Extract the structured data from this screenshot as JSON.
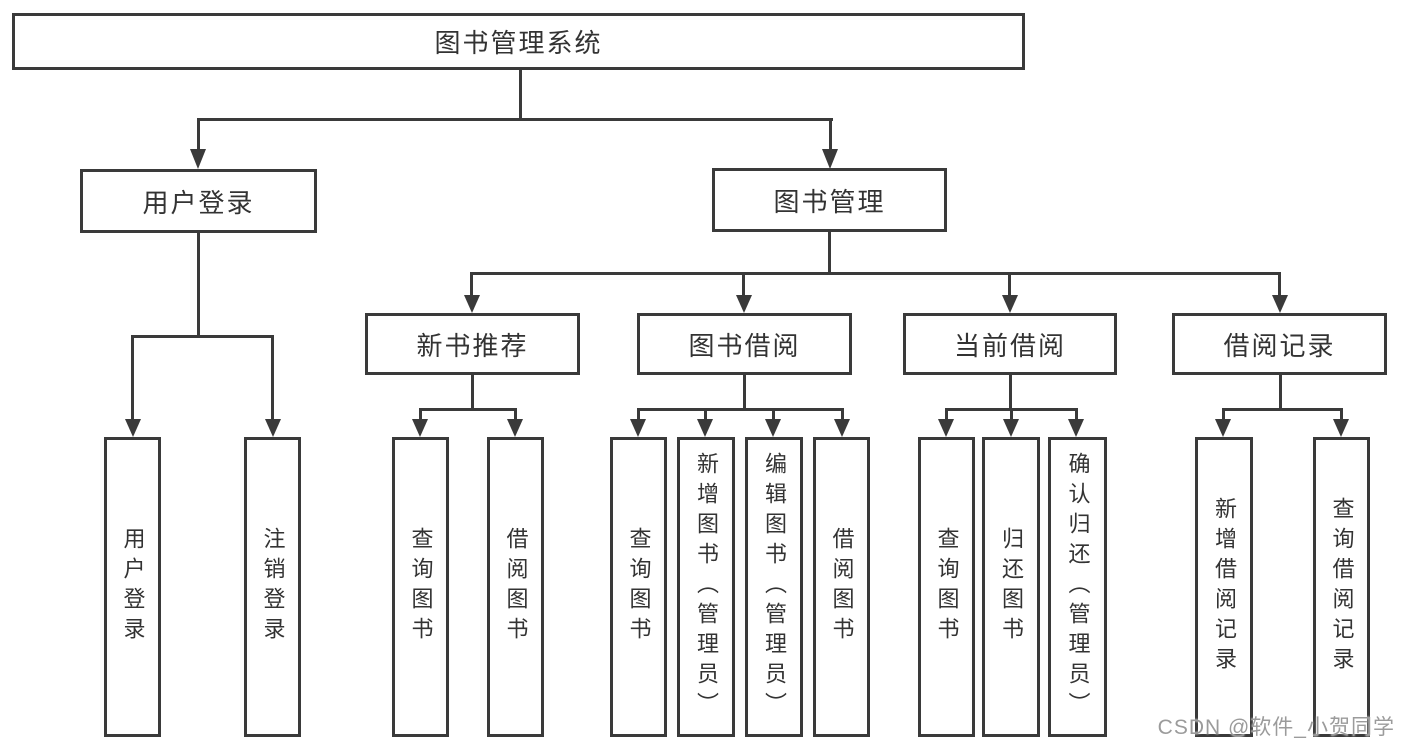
{
  "title": "图书管理系统",
  "level2": {
    "user_login": "用户登录",
    "book_management": "图书管理"
  },
  "level3": {
    "new_book_recommend": "新书推荐",
    "book_borrowing": "图书借阅",
    "current_borrowing": "当前借阅",
    "borrowing_records": "借阅记录"
  },
  "leaves": {
    "user_login": "用户登录",
    "logout_login": "注销登录",
    "recommend_query_books": "查询图书",
    "recommend_borrow_books": "借阅图书",
    "borrowing_query_books": "查询图书",
    "borrowing_add_books_admin": "新增图书（管理员）",
    "borrowing_edit_books_admin": "编辑图书（管理员）",
    "borrowing_borrow_books": "借阅图书",
    "current_query_books": "查询图书",
    "current_return_books": "归还图书",
    "current_confirm_return_admin": "确认归还（管理员）",
    "records_add_record": "新增借阅记录",
    "records_query_record": "查询借阅记录"
  },
  "watermark": "CSDN @软件_小贺同学",
  "colors": {
    "line": "#3a3a3a",
    "text": "#333333",
    "background": "#ffffff",
    "watermark_text": "#9b9b9b"
  }
}
